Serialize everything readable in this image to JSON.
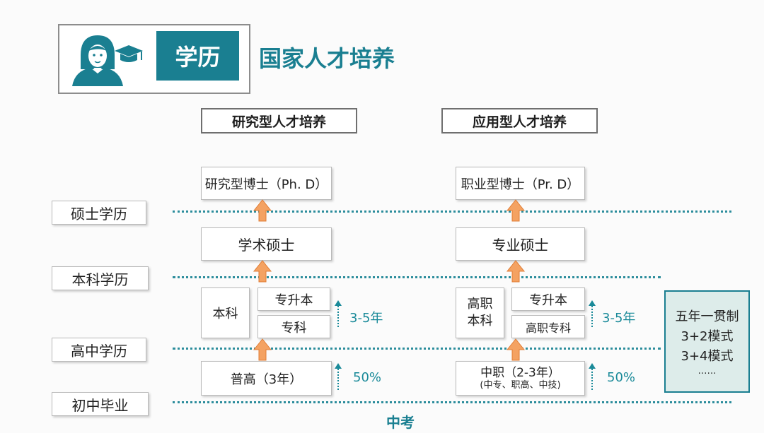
{
  "header": {
    "badge_label": "学历",
    "title": "国家人才培养"
  },
  "columns": {
    "research": {
      "heading": "研究型人才培养",
      "doctor": "研究型博士（Ph. D）",
      "master": "学术硕士",
      "undergrad": "本科",
      "upgrade": "专升本",
      "junior_college": "专科",
      "high_school": "普高（3年）",
      "years_label": "3-5年",
      "percent_label": "50%"
    },
    "applied": {
      "heading": "应用型人才培养",
      "doctor": "职业型博士（Pr. D）",
      "master": "专业硕士",
      "undergrad": "高职\n本科",
      "upgrade": "专升本",
      "junior_college": "高职专科",
      "high_school_line1": "中职（2-3年）",
      "high_school_line2": "(中专、职高、中技)",
      "years_label": "3-5年",
      "percent_label": "50%"
    }
  },
  "levels": {
    "master": "硕士学历",
    "bachelor": "本科学历",
    "high_school": "高中学历",
    "junior_middle": "初中毕业"
  },
  "side_note": {
    "lines": [
      "五年一贯制",
      "3+2模式",
      "3+4模式",
      "……"
    ]
  },
  "footer": {
    "exam_label": "中考"
  },
  "colors": {
    "teal": "#1a7f91",
    "arrow_orange": "#f4a262",
    "dotted_line": "#2c8d9c",
    "side_note_bg": "#ddecea"
  }
}
